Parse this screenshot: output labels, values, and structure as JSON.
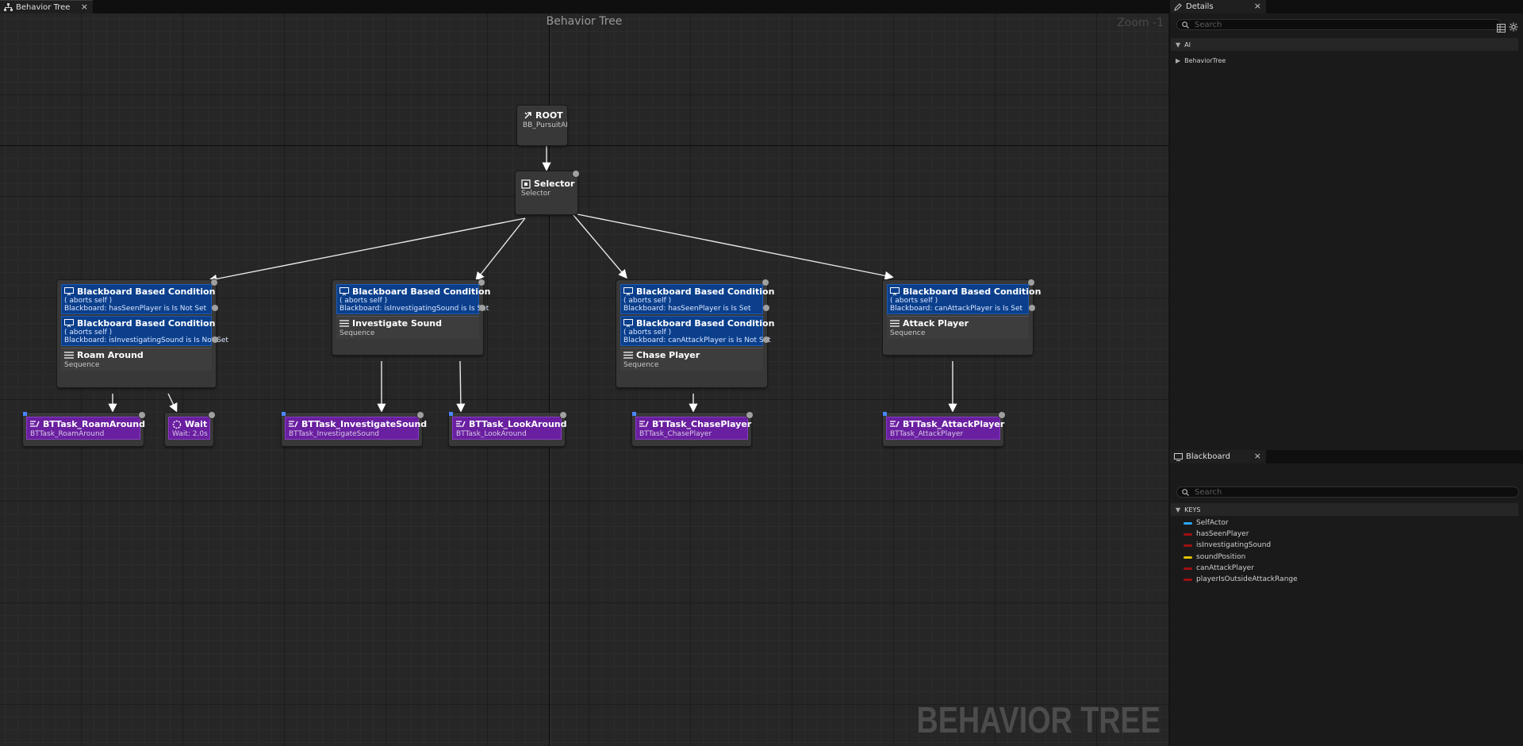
{
  "tab": {
    "title": "Behavior Tree",
    "close": "×"
  },
  "graph": {
    "title": "Behavior Tree",
    "zoom": "Zoom -1",
    "watermark": "BEHAVIOR TREE",
    "root": {
      "title": "ROOT",
      "subtitle": "BB_PursuitAI"
    },
    "selector": {
      "title": "Selector",
      "subtitle": "Selector"
    },
    "branches": [
      {
        "decorators": [
          {
            "title": "Blackboard Based Condition",
            "aborts": "( aborts self )",
            "condition": "Blackboard: hasSeenPlayer is Is Not Set"
          },
          {
            "title": "Blackboard Based Condition",
            "aborts": "( aborts self )",
            "condition": "Blackboard: isInvestigatingSound is Is Not Set"
          }
        ],
        "composite": {
          "title": "Roam Around",
          "subtitle": "Sequence"
        }
      },
      {
        "decorators": [
          {
            "title": "Blackboard Based Condition",
            "aborts": "( aborts self )",
            "condition": "Blackboard: isInvestigatingSound is Is Set"
          }
        ],
        "composite": {
          "title": "Investigate Sound",
          "subtitle": "Sequence"
        }
      },
      {
        "decorators": [
          {
            "title": "Blackboard Based Condition",
            "aborts": "( aborts self )",
            "condition": "Blackboard: hasSeenPlayer is Is Set"
          },
          {
            "title": "Blackboard Based Condition",
            "aborts": "( aborts self )",
            "condition": "Blackboard: canAttackPlayer is Is Not Set"
          }
        ],
        "composite": {
          "title": "Chase Player",
          "subtitle": "Sequence"
        }
      },
      {
        "decorators": [
          {
            "title": "Blackboard Based Condition",
            "aborts": "( aborts self )",
            "condition": "Blackboard: canAttackPlayer is Is Set"
          }
        ],
        "composite": {
          "title": "Attack Player",
          "subtitle": "Sequence"
        }
      }
    ],
    "tasks": [
      {
        "title": "BTTask_RoamAround",
        "subtitle": "BTTask_RoamAround"
      },
      {
        "title": "Wait",
        "subtitle": "Wait: 2.0s"
      },
      {
        "title": "BTTask_InvestigateSound",
        "subtitle": "BTTask_InvestigateSound"
      },
      {
        "title": "BTTask_LookAround",
        "subtitle": "BTTask_LookAround"
      },
      {
        "title": "BTTask_ChasePlayer",
        "subtitle": "BTTask_ChasePlayer"
      },
      {
        "title": "BTTask_AttackPlayer",
        "subtitle": "BTTask_AttackPlayer"
      }
    ]
  },
  "details": {
    "tab": "Details",
    "close": "×",
    "search_placeholder": "Search",
    "category": "AI",
    "property": "BehaviorTree"
  },
  "blackboard": {
    "tab": "Blackboard",
    "close": "×",
    "search_placeholder": "Search",
    "category": "KEYS",
    "keys": [
      {
        "name": "SelfActor",
        "color": "#29a8ff"
      },
      {
        "name": "hasSeenPlayer",
        "color": "#a01010"
      },
      {
        "name": "isInvestigatingSound",
        "color": "#a01010"
      },
      {
        "name": "soundPosition",
        "color": "#e0c000"
      },
      {
        "name": "canAttackPlayer",
        "color": "#a01010"
      },
      {
        "name": "playerIsOutsideAttackRange",
        "color": "#a01010"
      }
    ]
  },
  "colors": {
    "decorator": "#0b3f8c",
    "task": "#6a1fa0",
    "node": "#383838"
  }
}
